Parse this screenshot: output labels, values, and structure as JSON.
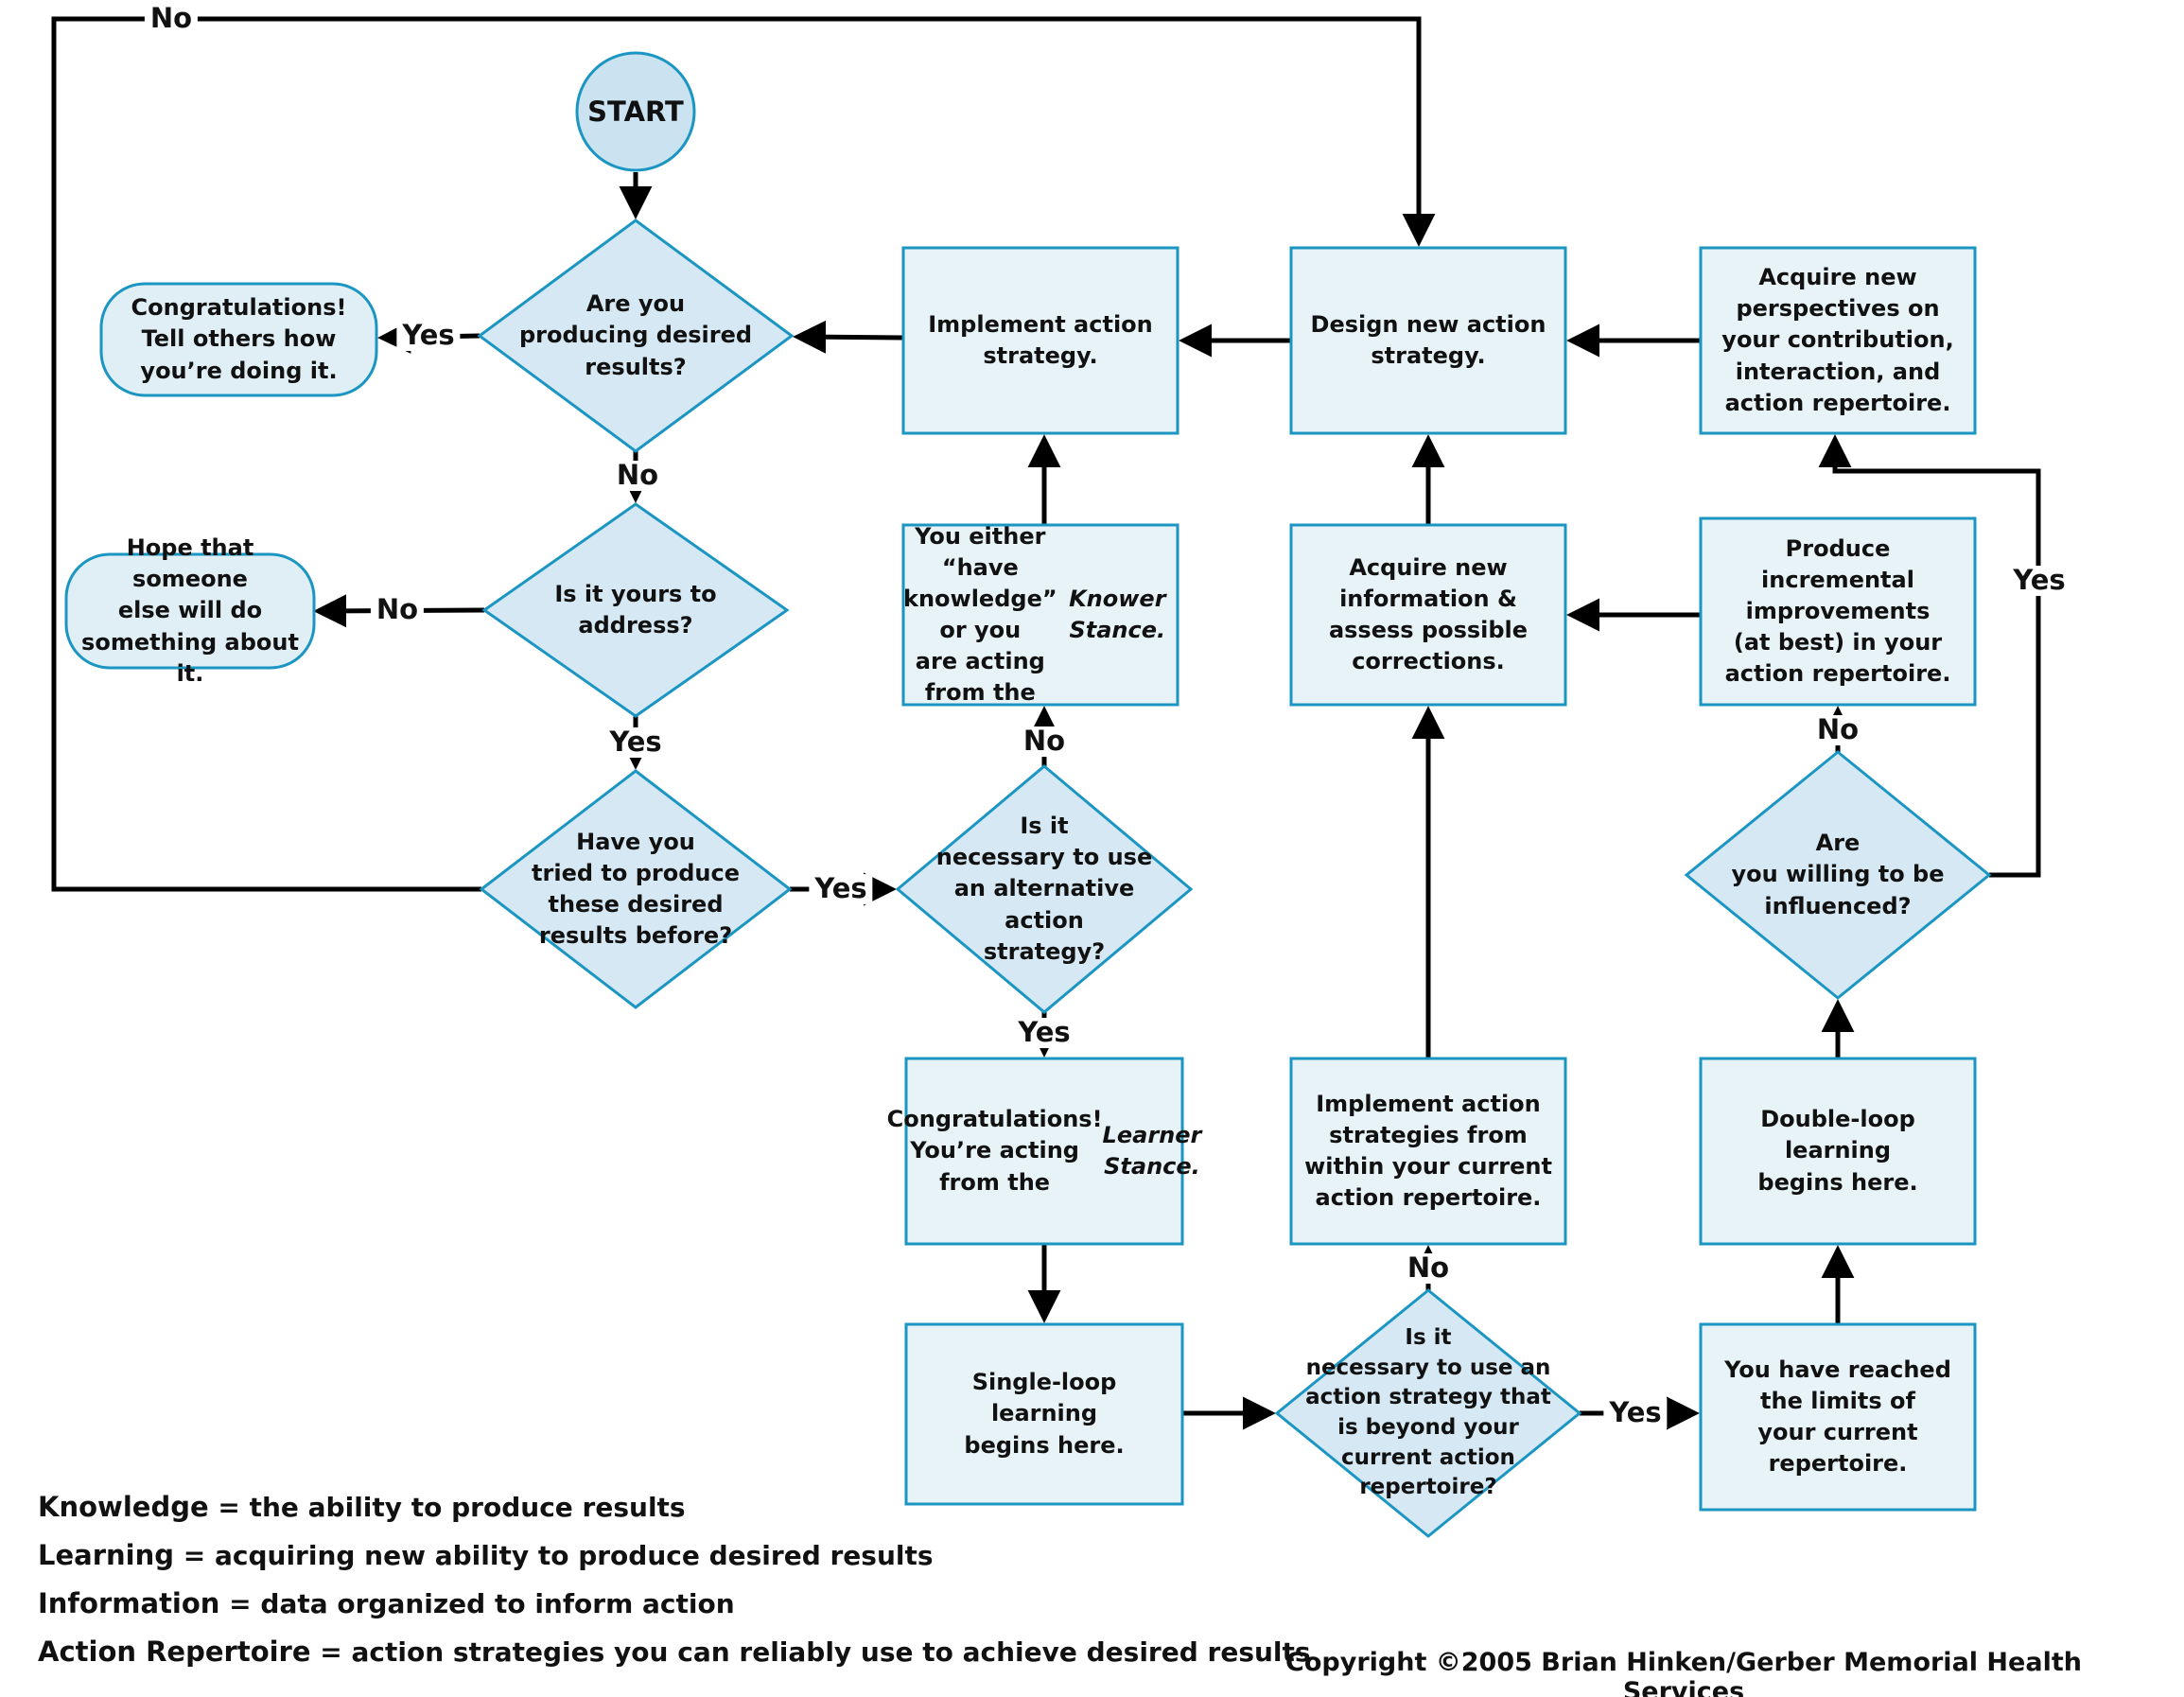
{
  "title": "Learner Stance / Knower Stance flowchart",
  "colors": {
    "accent": "#1b96c2",
    "diamond_fill": "#d5e8f3",
    "box_fill": "#e7f3f7",
    "rounded_fill": "#e0eff5",
    "circle_fill": "#cbe2f0",
    "line": "#000000"
  },
  "nodes": {
    "start": {
      "label": "START"
    },
    "d_producing": {
      "text": "Are you\nproducing desired\nresults?"
    },
    "congrats_tell": {
      "text": "Congratulations!\nTell others how\nyou’re doing it."
    },
    "d_yours": {
      "text": "Is it yours to\naddress?"
    },
    "hope": {
      "text": "Hope that someone\nelse will do\nsomething about it."
    },
    "d_tried": {
      "text": "Have you\ntried to produce\nthese desired\nresults before?"
    },
    "implement": {
      "text": "Implement action\nstrategy."
    },
    "design": {
      "text": "Design new action\nstrategy."
    },
    "acquire_persp": {
      "text": "Acquire new\nperspectives on\nyour contribution,\ninteraction, and\naction repertoire."
    },
    "knower": {
      "text": "You either “have\nknowledge” or you\nare acting from the\n",
      "italic": "Knower Stance."
    },
    "acquire_info": {
      "text": "Acquire new\ninformation &\nassess possible\ncorrections."
    },
    "produce": {
      "text": "Produce\nincremental\nimprovements\n(at best) in your\naction repertoire."
    },
    "d_alt": {
      "text": "Is it\nnecessary to use\nan alternative\naction\nstrategy?"
    },
    "d_willing": {
      "text": "Are\nyou willing to be\ninfluenced?"
    },
    "learner": {
      "text": "Congratulations!\nYou’re acting\nfrom the\n",
      "italic": "Learner Stance."
    },
    "impl_within": {
      "text": "Implement action\nstrategies from\nwithin your current\naction repertoire."
    },
    "double_loop": {
      "text": "Double-loop\nlearning\nbegins here."
    },
    "single_loop": {
      "text": "Single-loop\nlearning\nbegins here."
    },
    "d_beyond": {
      "text": "Is it\nnecessary to use an\naction strategy that\nis beyond your\ncurrent action\nrepertoire?"
    },
    "reached": {
      "text": "You have reached\nthe limits of\nyour current\nrepertoire."
    }
  },
  "edge_labels": {
    "loop_no": "No",
    "producing_yes": "Yes",
    "producing_no": "No",
    "yours_no": "No",
    "yours_yes": "Yes",
    "tried_yes": "Yes",
    "alt_no": "No",
    "alt_yes": "Yes",
    "willing_no": "No",
    "willing_yes": "Yes",
    "beyond_no": "No",
    "beyond_yes": "Yes"
  },
  "legend": {
    "items": [
      {
        "term": "Knowledge",
        "definition": " = the ability to produce results"
      },
      {
        "term": "Learning",
        "definition": " = acquiring new ability to produce desired results"
      },
      {
        "term": "Information",
        "definition": " = data organized to inform action"
      },
      {
        "term": "Action Repertoire",
        "definition": " = action strategies you can reliably use to achieve desired results"
      }
    ]
  },
  "copyright": "Copyright ©2005 Brian Hinken/Gerber Memorial Health Services"
}
